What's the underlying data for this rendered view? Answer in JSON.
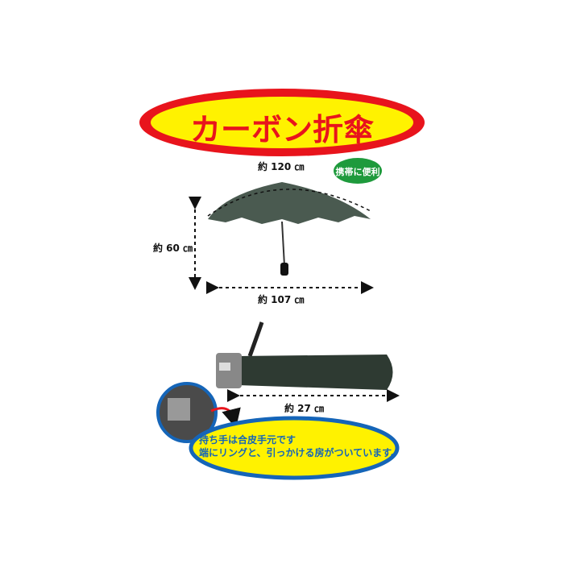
{
  "title": "カーボン折傘",
  "badge": "携帯に便利",
  "dimensions": {
    "width_open": "約 120 ㎝",
    "height_open": "約 60 ㎝",
    "span_open": "約 107 ㎝",
    "length_folded": "約 27 ㎝"
  },
  "note": {
    "line1": "持ち手は合皮手元です",
    "line2": "端にリングと、引っかける房がついています。"
  },
  "colors": {
    "title_red": "#e8141c",
    "title_yellow": "#fff200",
    "badge_green": "#1e9a3c",
    "note_blue": "#1565b8",
    "canopy": "#4a5a50"
  }
}
